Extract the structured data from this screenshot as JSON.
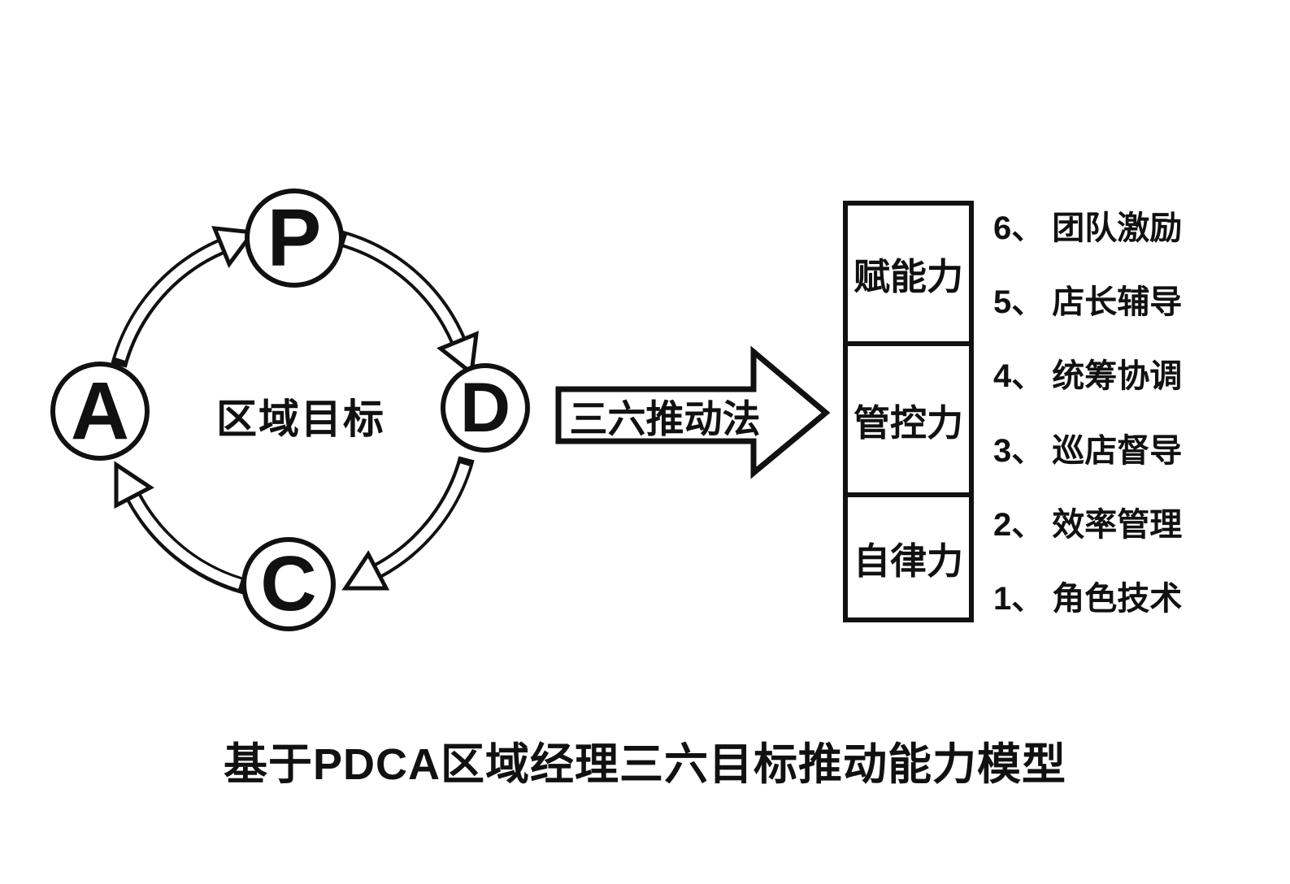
{
  "cycle": {
    "center_label": "区域目标",
    "nodes": [
      {
        "label": "P"
      },
      {
        "label": "D"
      },
      {
        "label": "C"
      },
      {
        "label": "A"
      }
    ]
  },
  "method_arrow": {
    "label": "三六推动法"
  },
  "capabilities": [
    {
      "label": "赋能力"
    },
    {
      "label": "管控力"
    },
    {
      "label": "自律力"
    }
  ],
  "skills": [
    {
      "prefix": "6、",
      "label": "团队激励"
    },
    {
      "prefix": "5、",
      "label": "店长辅导"
    },
    {
      "prefix": "4、",
      "label": "统筹协调"
    },
    {
      "prefix": "3、",
      "label": "巡店督导"
    },
    {
      "prefix": "2、",
      "label": "效率管理"
    },
    {
      "prefix": "1、",
      "label": "角色技术"
    }
  ],
  "caption": "基于PDCA区域经理三六目标推动能力模型",
  "colors": {
    "ink": "#111111",
    "background": "#ffffff"
  }
}
